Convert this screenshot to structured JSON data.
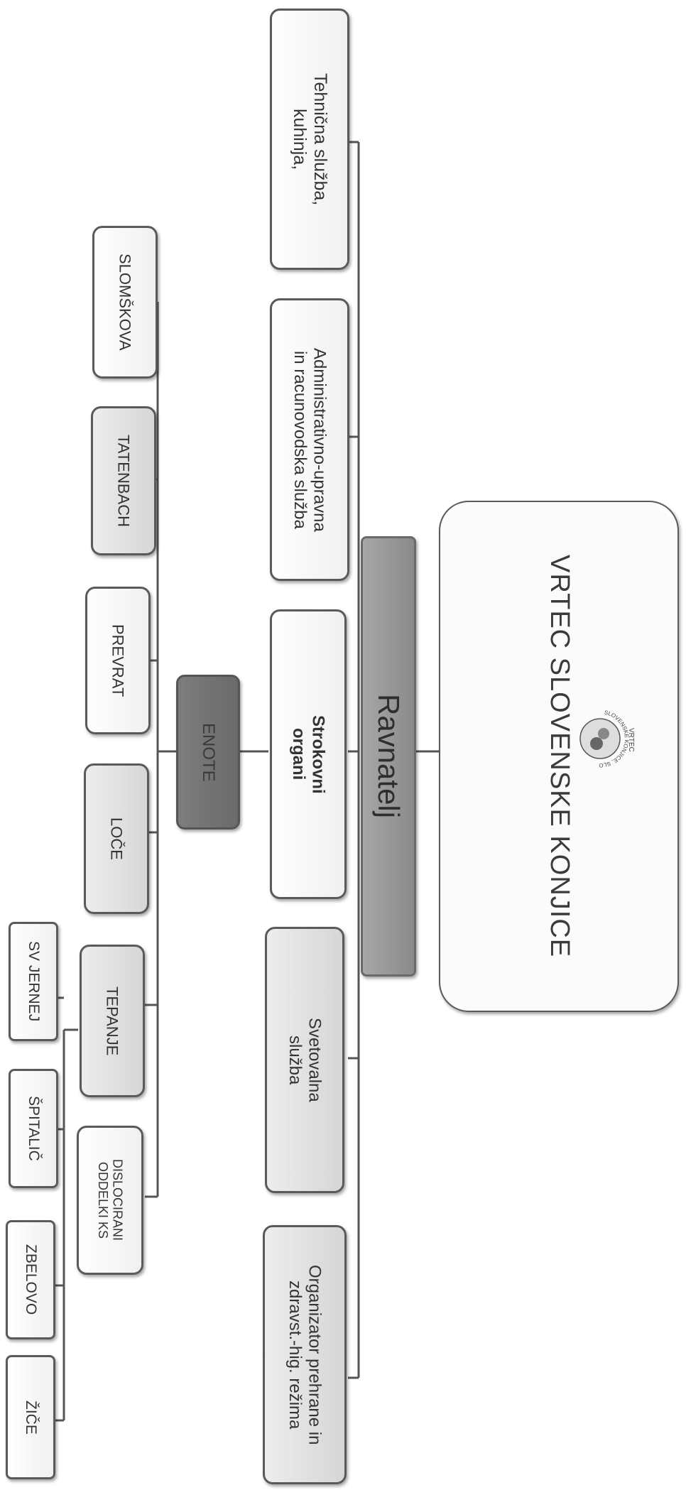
{
  "title": "VRTEC SLOVENSKE KONJICE",
  "logo": {
    "top_text": "VRTEC",
    "ring_text": "SLOVENSKE KONJICE, SLOMŠKOVA 1"
  },
  "director": "Ravnatelj",
  "services": [
    "Tehnična služba,\nkuhinja,",
    "Administrativno-upravna\nin racunovodska služba",
    "Strokovni\norgani",
    "Svetovalna\nslužba",
    "Organizator prehrane in\nzdravst.-hig. režima"
  ],
  "units_label": "ENOTE",
  "units": [
    "SLOMŠKOVA",
    "TATENBACH",
    "PREVRAT",
    "LOČE",
    "TEPANJE",
    "DISLOCIRANI\nODDELKI KS"
  ],
  "dislocated": [
    "SV JERNEJ",
    "ŠPITALIČ",
    "ZBELOVO",
    "ŽIČE"
  ]
}
